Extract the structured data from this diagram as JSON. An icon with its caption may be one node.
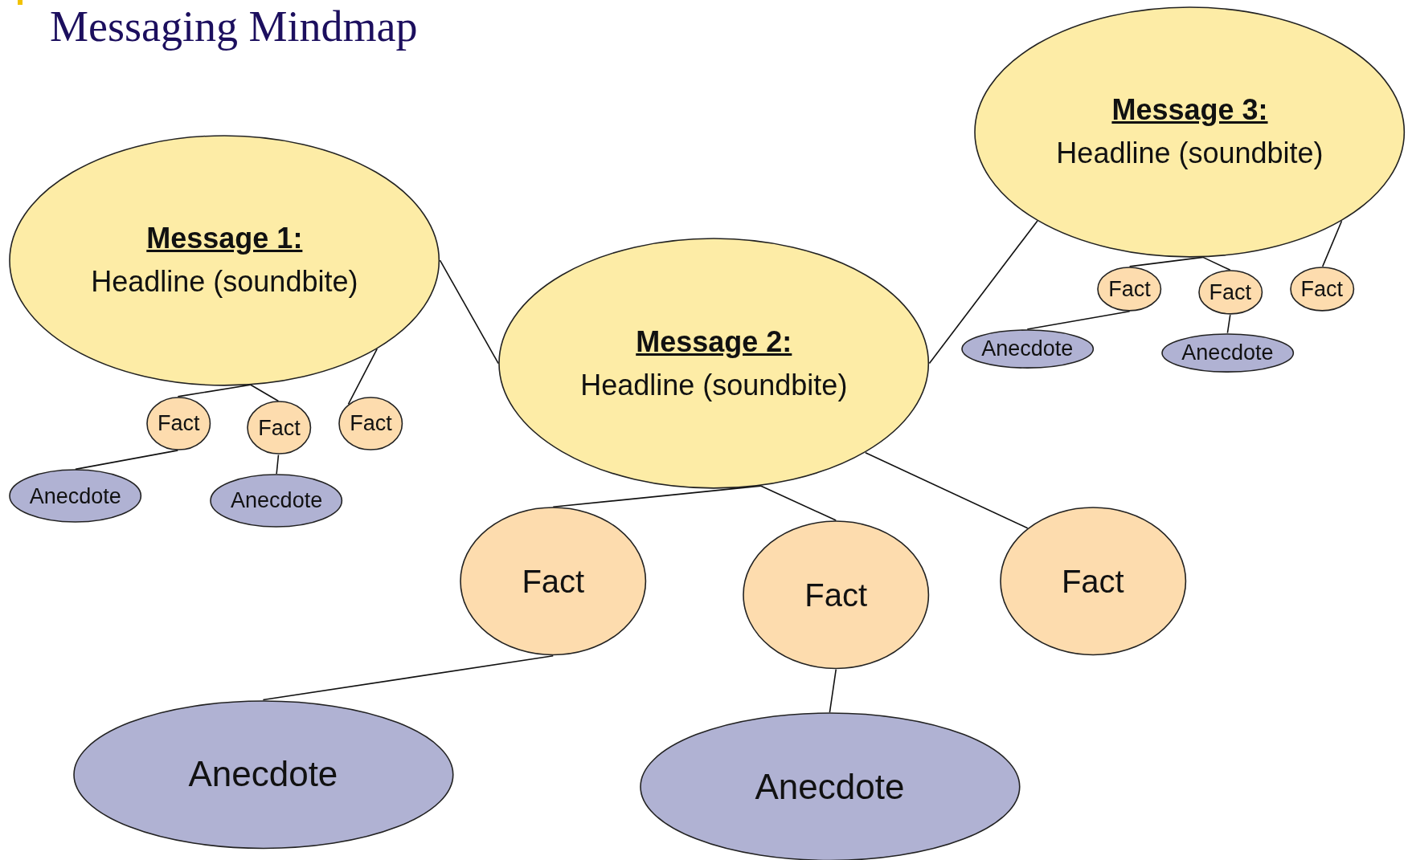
{
  "diagram": {
    "title": "Messaging Mindmap",
    "nodes": [
      {
        "text": [
          "Message 1:",
          "Headline (soundbite)"
        ]
      },
      {
        "text": [
          "Fact"
        ]
      },
      {
        "text": [
          "Fact"
        ]
      },
      {
        "text": [
          "Fact"
        ]
      },
      {
        "text": [
          "Anecdote"
        ]
      },
      {
        "text": [
          "Anecdote"
        ]
      },
      {
        "text": [
          "Message 2:",
          "Headline (soundbite)"
        ]
      },
      {
        "text": [
          "Fact"
        ]
      },
      {
        "text": [
          "Fact"
        ]
      },
      {
        "text": [
          "Fact"
        ]
      },
      {
        "text": [
          "Anecdote"
        ]
      },
      {
        "text": [
          "Anecdote"
        ]
      },
      {
        "text": [
          "Message 3:",
          "Headline (soundbite)"
        ]
      },
      {
        "text": [
          "Fact"
        ]
      },
      {
        "text": [
          "Fact"
        ]
      },
      {
        "text": [
          "Fact"
        ]
      },
      {
        "text": [
          "Anecdote"
        ]
      },
      {
        "text": [
          "Anecdote"
        ]
      }
    ],
    "edges": [
      {
        "from": 0,
        "to": 6,
        "arrow": "none"
      },
      {
        "from": 6,
        "to": 12,
        "arrow": "none"
      },
      {
        "from": 0,
        "to": 1,
        "arrow": "none"
      },
      {
        "from": 0,
        "to": 2,
        "arrow": "none"
      },
      {
        "from": 0,
        "to": 3,
        "arrow": "none"
      },
      {
        "from": 1,
        "to": 4,
        "arrow": "none"
      },
      {
        "from": 2,
        "to": 5,
        "arrow": "none"
      },
      {
        "from": 6,
        "to": 7,
        "arrow": "none"
      },
      {
        "from": 6,
        "to": 8,
        "arrow": "none"
      },
      {
        "from": 6,
        "to": 9,
        "arrow": "none"
      },
      {
        "from": 7,
        "to": 10,
        "arrow": "none"
      },
      {
        "from": 8,
        "to": 11,
        "arrow": "none"
      },
      {
        "from": 12,
        "to": 13,
        "arrow": "none"
      },
      {
        "from": 12,
        "to": 14,
        "arrow": "none"
      },
      {
        "from": 12,
        "to": 15,
        "arrow": "none"
      },
      {
        "from": 13,
        "to": 16,
        "arrow": "none"
      },
      {
        "from": 14,
        "to": 17,
        "arrow": "none"
      }
    ]
  }
}
